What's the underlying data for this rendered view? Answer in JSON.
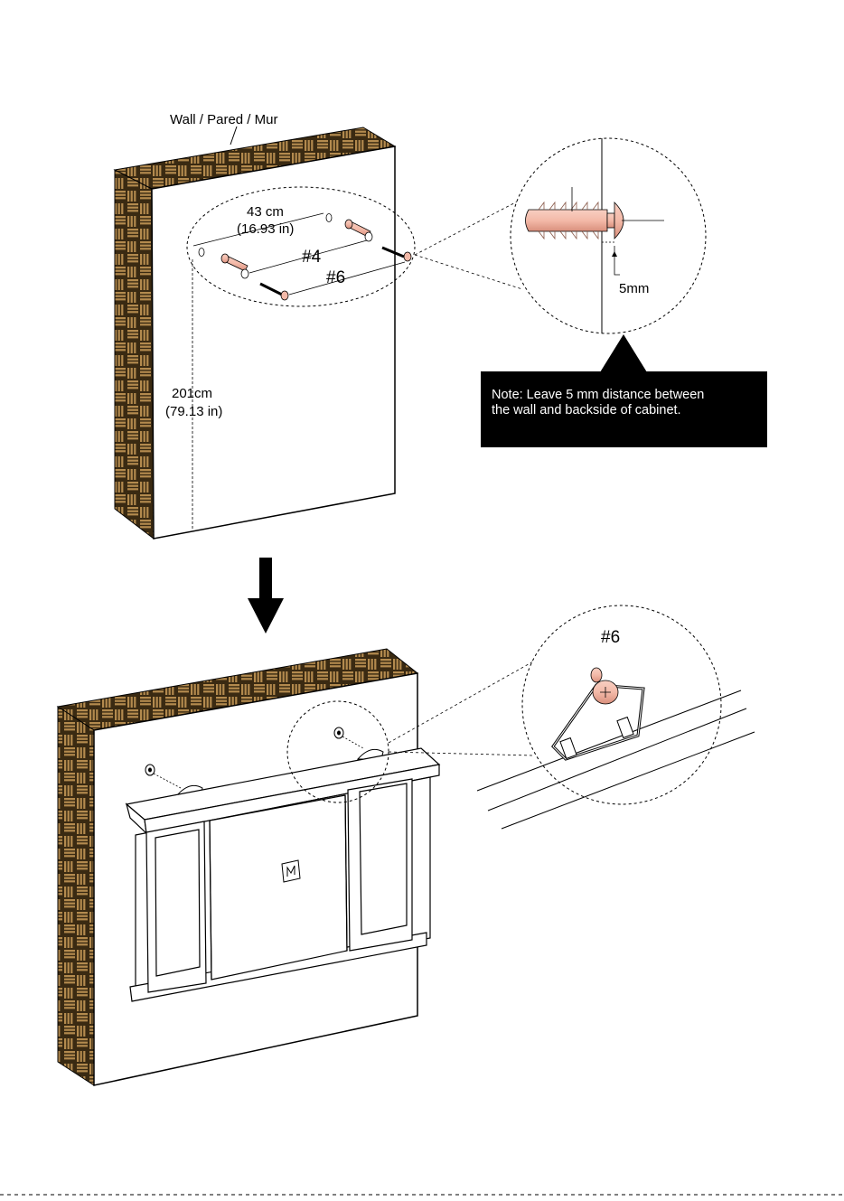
{
  "labels": {
    "wall": "Wall / Pared / Mur",
    "spacing_cm": "43 cm",
    "spacing_in": "(16.93  in)",
    "part_a": "#4",
    "part_b": "#6",
    "height_cm": "201cm",
    "height_in": "(79.13 in)",
    "gap": "5mm",
    "detail_part": "#6"
  },
  "note": {
    "line1": "Note:  Leave  5  mm   distance   between",
    "line2": "the wall and backside of cabinet."
  },
  "colors": {
    "wall_texture_dark": "#3a2a12",
    "wall_texture_light": "#b38a4e",
    "anchor_pink": "#f3b9a8",
    "note_bg": "#000000"
  },
  "icons": {
    "down_arrow": "down-arrow-icon"
  }
}
